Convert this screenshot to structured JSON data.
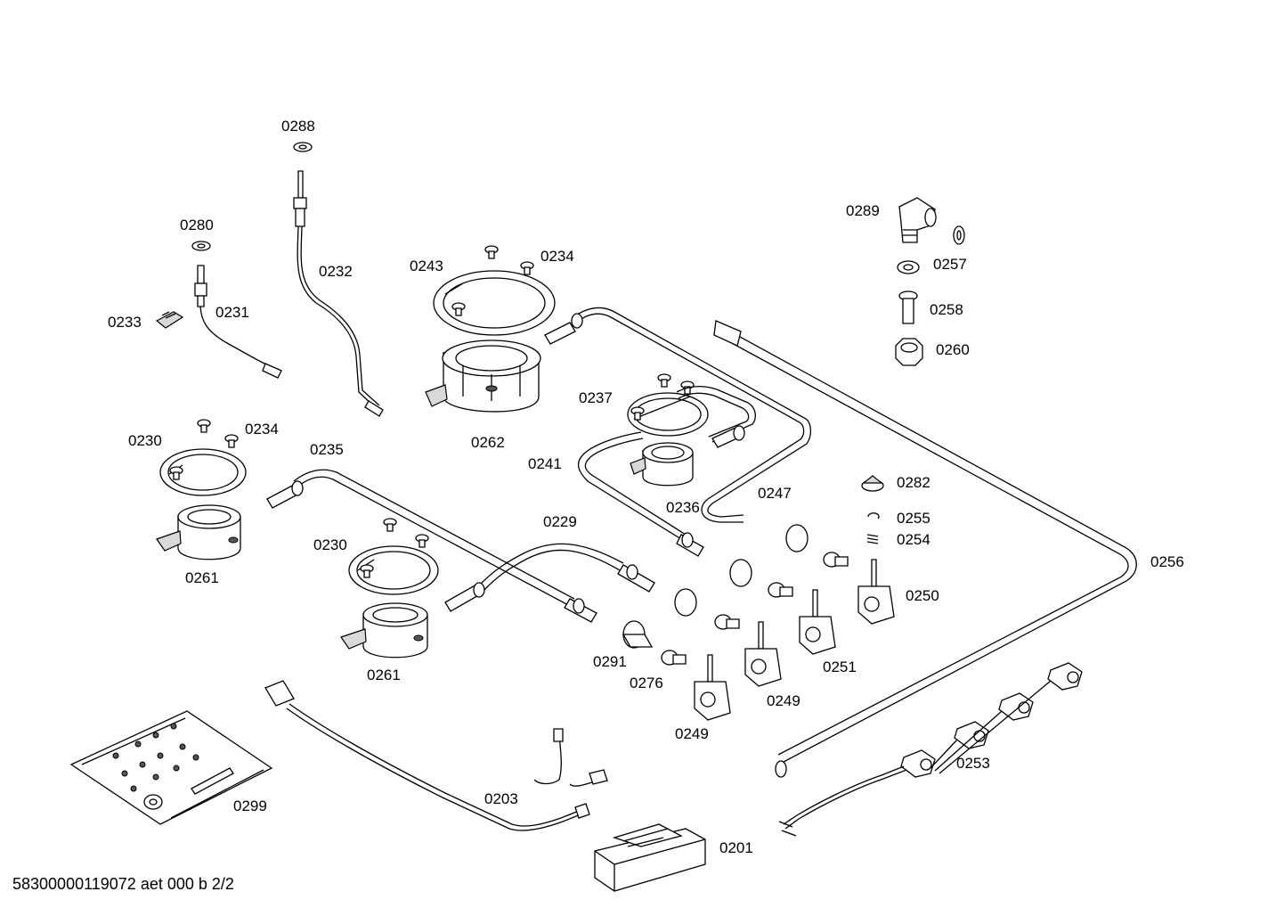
{
  "labels": {
    "p0288": "0288",
    "p0280": "0280",
    "p0232": "0232",
    "p0231": "0231",
    "p0233": "0233",
    "p0243": "0243",
    "p0234a": "0234",
    "p0262": "0262",
    "p0237": "0237",
    "p0241": "0241",
    "p0230a": "0230",
    "p0234b": "0234",
    "p0235": "0235",
    "p0236": "0236",
    "p0247": "0247",
    "p0289": "0289",
    "p0257": "0257",
    "p0258": "0258",
    "p0260": "0260",
    "p0282": "0282",
    "p0255": "0255",
    "p0254": "0254",
    "p0256": "0256",
    "p0250": "0250",
    "p0261a": "0261",
    "p0230b": "0230",
    "p0229": "0229",
    "p0261b": "0261",
    "p0291": "0291",
    "p0276": "0276",
    "p0249a": "0249",
    "p0249b": "0249",
    "p0251": "0251",
    "p0253": "0253",
    "p0203": "0203",
    "p0299": "0299",
    "p0201": "0201"
  },
  "footer": "58300000119072 aet 000 b 2/2"
}
